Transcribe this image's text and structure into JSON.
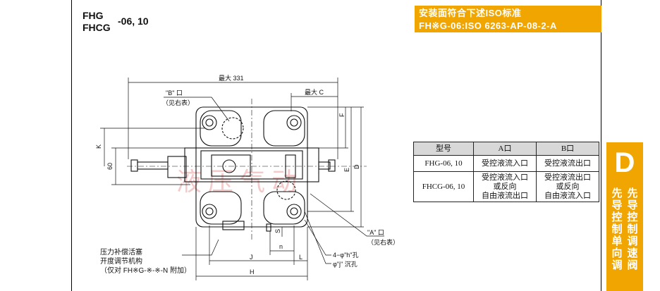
{
  "title": {
    "line1": "FHG",
    "line2": "FHCG",
    "suffix": "-06, 10"
  },
  "iso_box": {
    "line1": "安装面符合下述ISO标准",
    "line2": "FH※G-06:ISO 6263-AP-08-2-A"
  },
  "side_tab": {
    "letter": "D",
    "col1": [
      "先",
      "导",
      "控",
      "制",
      "单",
      "向",
      "调"
    ],
    "col2": [
      "先",
      "导",
      "控",
      "制",
      "调",
      "速",
      "阀"
    ]
  },
  "drawing": {
    "dim_max331": "最大 331",
    "dim_maxC": "最大 C",
    "port_b": "\"B\" 口",
    "port_b_note": "（见右表）",
    "port_a": "\"A\" 口",
    "port_a_note": "（见右表）",
    "dim_K": "K",
    "dim_60": "60",
    "dim_F": "F",
    "dim_E": "E",
    "dim_D": "D",
    "dim_S": "S",
    "dim_n": "n",
    "dim_J": "J",
    "dim_L": "L",
    "dim_H": "H",
    "holes_h": "4−φ\"h\"孔",
    "holes_j": "φ\"j\" 沉孔",
    "watermark": "液 压 气 动",
    "note1": "压力补偿活塞",
    "note2": "开度调节机构",
    "note3": "（仅对 FH※G-※-※-N 附加）"
  },
  "table": {
    "headers": [
      "型号",
      "A口",
      "B口"
    ],
    "rows": [
      {
        "model": "FHG-06, 10",
        "a": [
          "受控液流入口"
        ],
        "b": [
          "受控液流出口"
        ]
      },
      {
        "model": "FHCG-06, 10",
        "a": [
          "受控液流入口",
          "或反向",
          "自由液流出口"
        ],
        "b": [
          "受控液流出口",
          "或反向",
          "自由液流入口"
        ]
      }
    ]
  },
  "colors": {
    "accent": "#f0a500"
  }
}
